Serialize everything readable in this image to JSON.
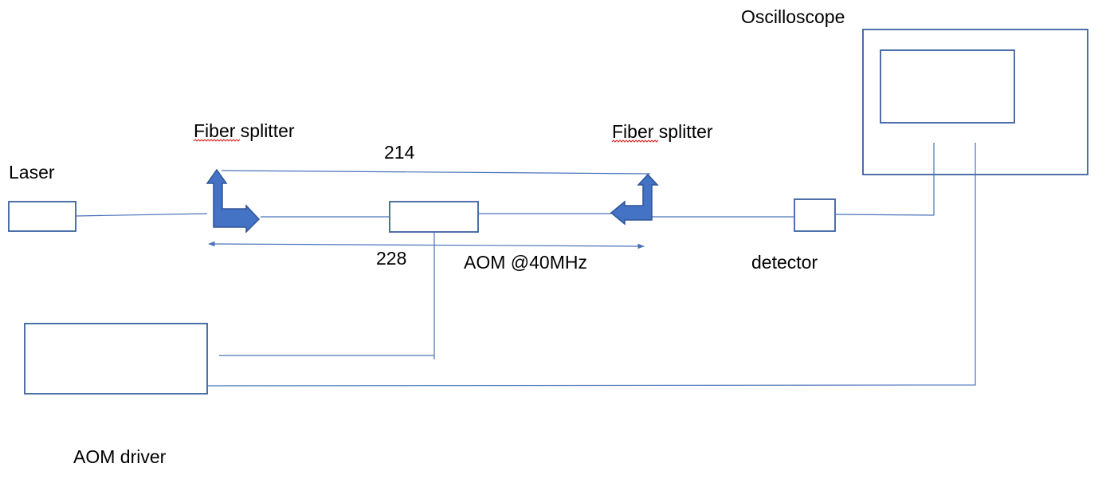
{
  "labels": {
    "oscilloscope": "Oscilloscope",
    "laser": "Laser",
    "fiber_splitter_left": "Fiber splitter",
    "fiber_splitter_right": "Fiber splitter",
    "path_upper": "214",
    "path_lower": "228",
    "aom": "AOM @40MHz",
    "detector": "detector",
    "aom_driver": "AOM driver"
  },
  "colors": {
    "accent": "#4472c4",
    "line": "#4a72b8",
    "box_border": "#3a5f9f",
    "spellcheck_underline": "#e02020"
  }
}
